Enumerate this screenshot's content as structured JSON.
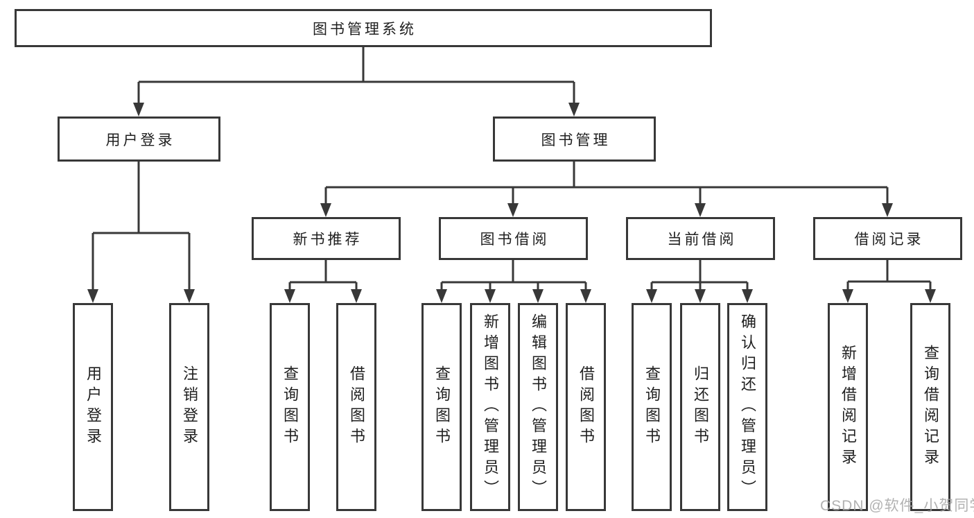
{
  "colors": {
    "line": "#383838",
    "border": "#383838",
    "text": "#1f1f1f",
    "background": "#ffffff",
    "watermark": "#a5a5a5"
  },
  "watermark": "CSDN @软件_小贺同学",
  "root": {
    "label": "图书管理系统",
    "children": [
      {
        "label": "用户登录",
        "children": [
          {
            "label": "用户登录"
          },
          {
            "label": "注销登录"
          }
        ]
      },
      {
        "label": "图书管理",
        "children": [
          {
            "label": "新书推荐",
            "children": [
              {
                "label": "查询图书"
              },
              {
                "label": "借阅图书"
              }
            ]
          },
          {
            "label": "图书借阅",
            "children": [
              {
                "label": "查询图书"
              },
              {
                "label": "新增图书（管理员）"
              },
              {
                "label": "编辑图书（管理员）"
              },
              {
                "label": "借阅图书"
              }
            ]
          },
          {
            "label": "当前借阅",
            "children": [
              {
                "label": "查询图书"
              },
              {
                "label": "归还图书"
              },
              {
                "label": "确认归还（管理员）"
              }
            ]
          },
          {
            "label": "借阅记录",
            "children": [
              {
                "label": "新增借阅记录"
              },
              {
                "label": "查询借阅记录"
              }
            ]
          }
        ]
      }
    ]
  }
}
